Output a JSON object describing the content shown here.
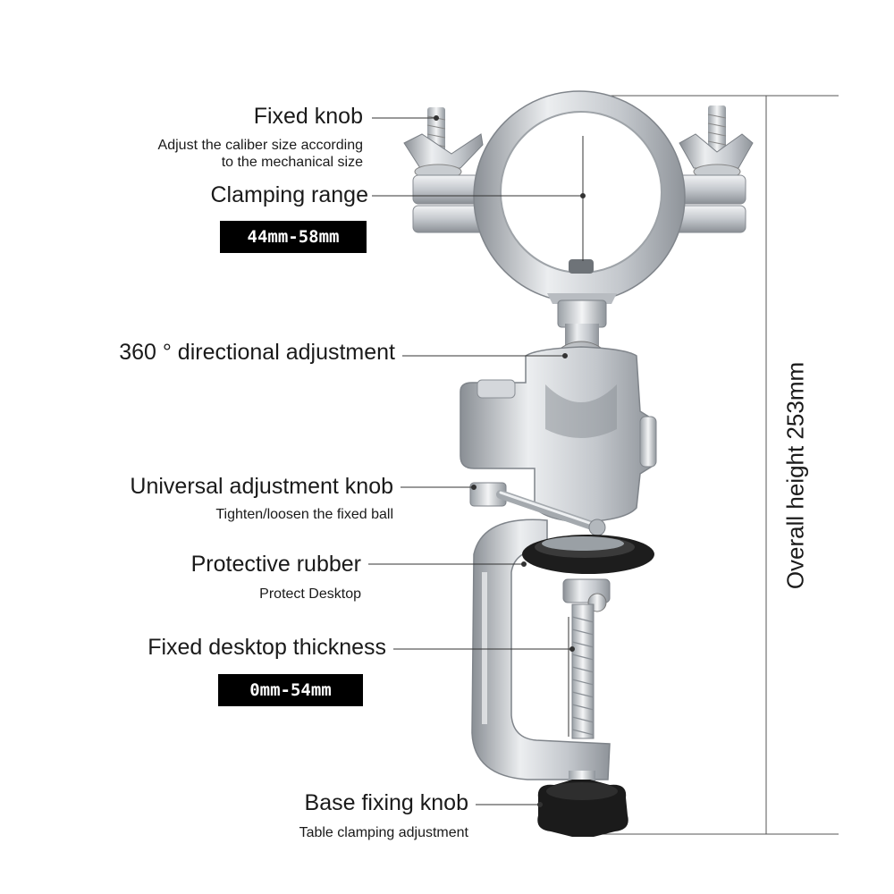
{
  "labels": {
    "fixed_knob": {
      "title": "Fixed knob",
      "desc_line1": "Adjust the caliber size according",
      "desc_line2": "to the mechanical size"
    },
    "clamping_range": {
      "title": "Clamping range",
      "value": "44mm-58mm"
    },
    "directional": {
      "title": "360 ° directional adjustment"
    },
    "universal_knob": {
      "title": "Universal adjustment knob",
      "desc": "Tighten/loosen the fixed ball"
    },
    "protective_rubber": {
      "title": "Protective rubber",
      "desc": "Protect Desktop"
    },
    "desktop_thickness": {
      "title": "Fixed desktop thickness",
      "value": "0mm-54mm"
    },
    "base_knob": {
      "title": "Base fixing knob",
      "desc": "Table clamping adjustment"
    },
    "overall_height": "Overall height 253mm"
  },
  "colors": {
    "aluminum_light": "#e8eaec",
    "aluminum_mid": "#b9bdc2",
    "aluminum_dark": "#8a8f95",
    "rubber": "#1d1d1d",
    "badge_bg": "#000000",
    "leader_line": "#333333"
  }
}
